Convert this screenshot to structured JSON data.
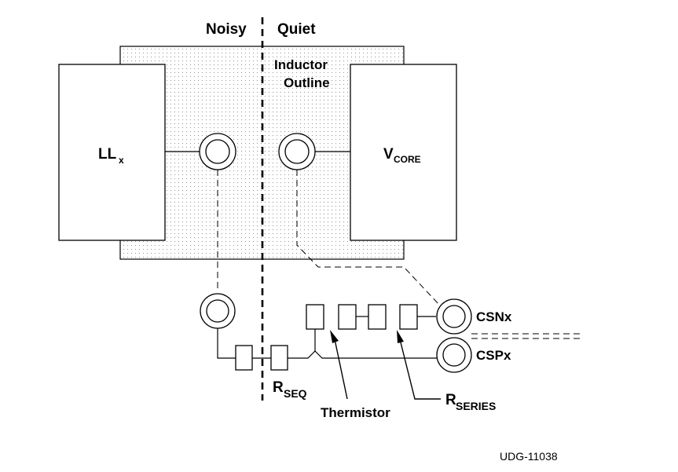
{
  "labels": {
    "noisy": "Noisy",
    "quiet": "Quiet",
    "inductor_line1": "Inductor",
    "inductor_line2": "Outline",
    "llx_main": "LL",
    "llx_sub": "x",
    "vcore_main": "V",
    "vcore_sub": "CORE",
    "csnx": "CSNx",
    "cspx": "CSPx",
    "rseq_main": "R",
    "rseq_sub": "SEQ",
    "thermistor": "Thermistor",
    "rseries_main": "R",
    "rseries_sub": "SERIES",
    "figure_id": "UDG-11038"
  },
  "colors": {
    "line": "#000000",
    "dot_fill": "#9a9a9a",
    "background": "#ffffff"
  }
}
